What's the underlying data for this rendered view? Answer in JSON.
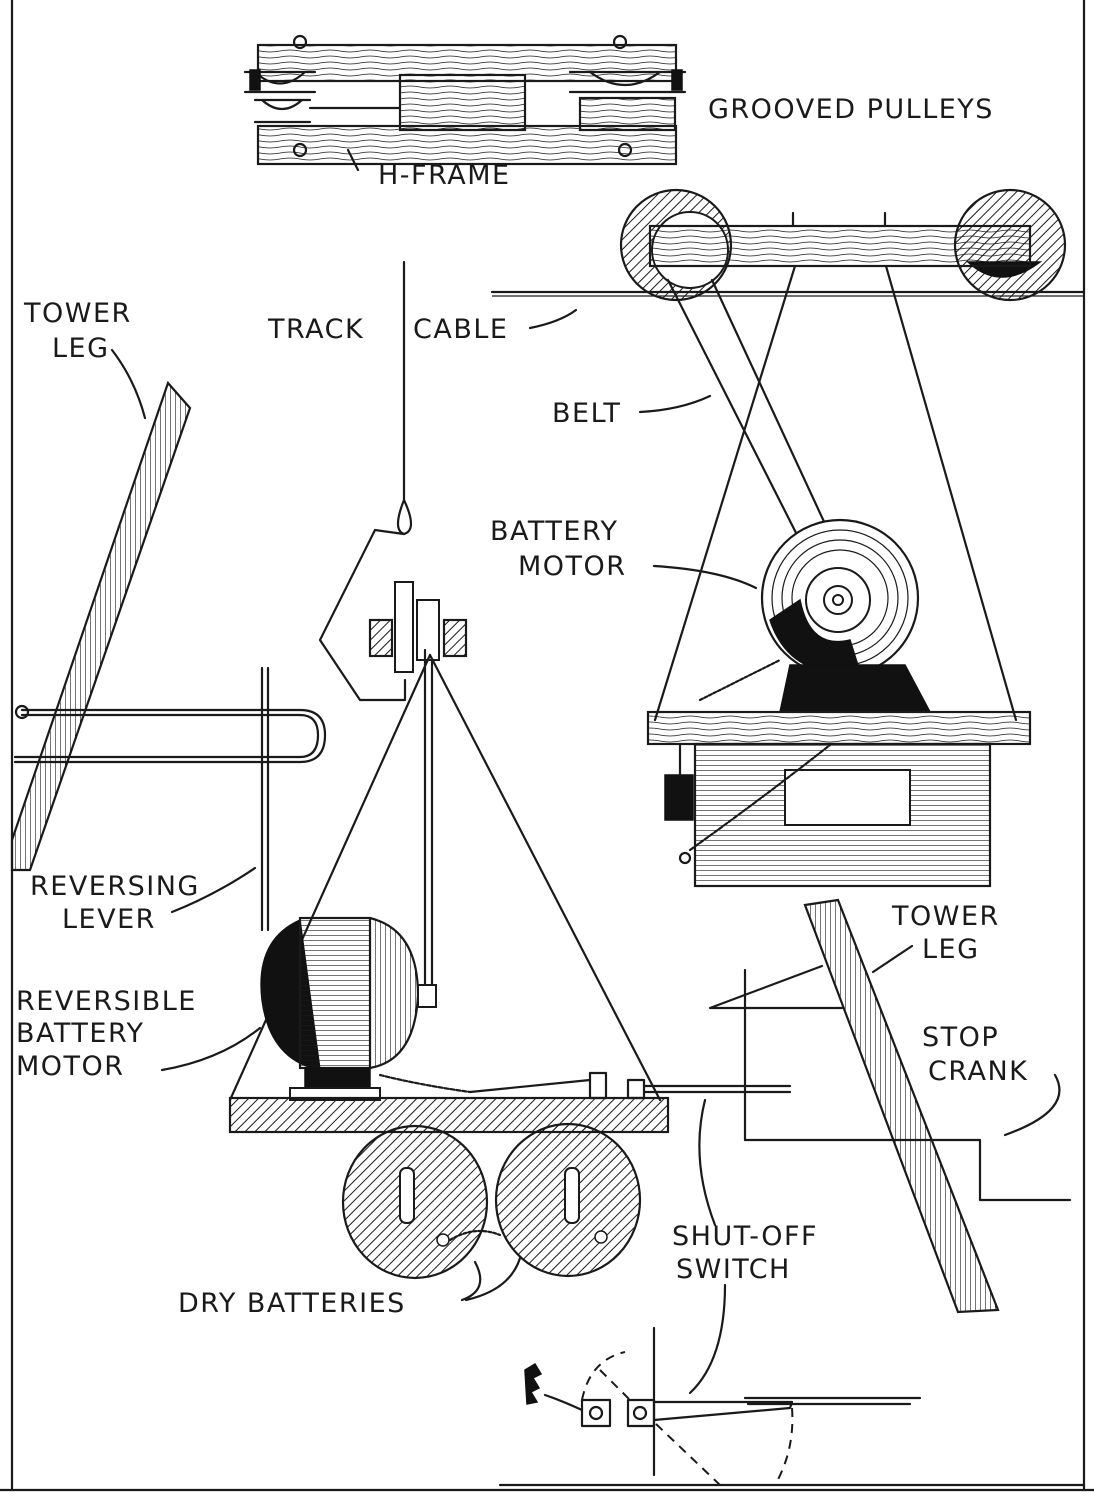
{
  "figure": {
    "title": "Battery-powered cable car (aerial tramway) construction details",
    "ink_color": "#1a1a1a",
    "background": "#ffffff"
  },
  "labels": {
    "grooved_pulleys": "GROOVED PULLEYS",
    "h_frame": "H-FRAME",
    "tower_leg_top": [
      "TOWER",
      "LEG"
    ],
    "track_cable": [
      "TRACK",
      "CABLE"
    ],
    "belt": "BELT",
    "battery_motor": [
      "BATTERY",
      "MOTOR"
    ],
    "reversing_lever": [
      "REVERSING",
      "LEVER"
    ],
    "reversible_battery_motor": [
      "REVERSIBLE",
      "BATTERY",
      "MOTOR"
    ],
    "tower_leg_bottom": [
      "TOWER",
      "LEG"
    ],
    "stop_crank": [
      "STOP",
      "CRANK"
    ],
    "shut_off_switch": [
      "SHUT-OFF",
      "SWITCH"
    ],
    "dry_batteries": "DRY BATTERIES"
  }
}
